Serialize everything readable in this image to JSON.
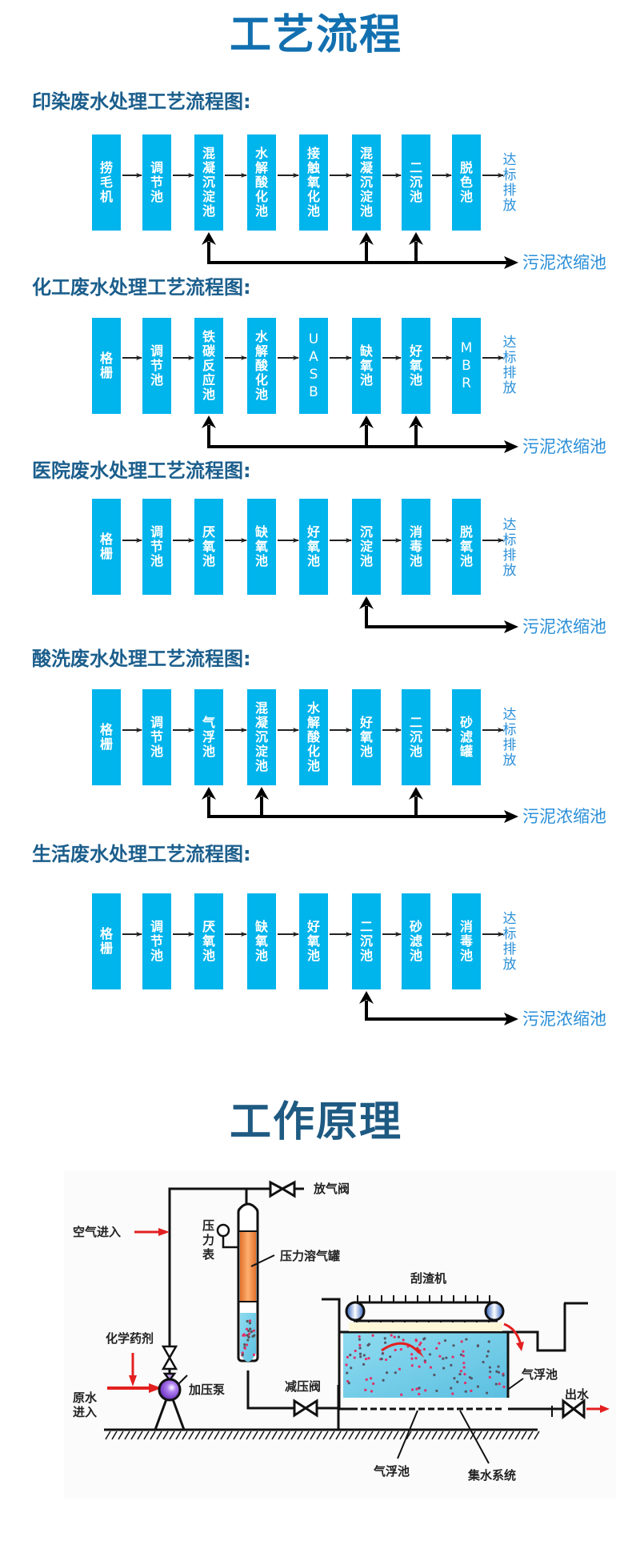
{
  "section1": {
    "title": "工艺流程"
  },
  "flows": [
    {
      "title": "印染废水处理工艺流程图:",
      "steps": [
        "捞毛机",
        "调节池",
        "混凝沉淀池",
        "水解酸化池",
        "接触氧化池",
        "混凝沉淀池",
        "二沉池",
        "脱色池"
      ],
      "output": "达标排放",
      "sludge_from": [
        2,
        5,
        6
      ],
      "sludge_target": "污泥浓缩池"
    },
    {
      "title": "化工废水处理工艺流程图:",
      "steps": [
        "格栅",
        "调节池",
        "铁碳反应池",
        "水解酸化池",
        "UASB",
        "缺氧池",
        "好氧池",
        "MBR"
      ],
      "output": "达标排放",
      "sludge_from": [
        2,
        5,
        6
      ],
      "sludge_target": "污泥浓缩池"
    },
    {
      "title": "医院废水处理工艺流程图:",
      "steps": [
        "格栅",
        "调节池",
        "厌氧池",
        "缺氧池",
        "好氧池",
        "沉淀池",
        "消毒池",
        "脱氧池"
      ],
      "output": "达标排放",
      "sludge_from": [
        5
      ],
      "sludge_target": "污泥浓缩池"
    },
    {
      "title": "酸洗废水处理工艺流程图:",
      "steps": [
        "格栅",
        "调节池",
        "气浮池",
        "混凝沉淀池",
        "水解酸化池",
        "好氧池",
        "二沉池",
        "砂滤罐"
      ],
      "output": "达标排放",
      "sludge_from": [
        2,
        3,
        6
      ],
      "sludge_target": "污泥浓缩池"
    },
    {
      "title": "生活废水处理工艺流程图:",
      "steps": [
        "格栅",
        "调节池",
        "厌氧池",
        "缺氧池",
        "好氧池",
        "二沉池",
        "砂滤池",
        "消毒池"
      ],
      "output": "达标排放",
      "sludge_from": [
        5
      ],
      "sludge_target": "污泥浓缩池"
    }
  ],
  "section2": {
    "title": "工作原理",
    "diagram_labels": {
      "vent_valve": "放气阀",
      "air_in": "空气进入",
      "pressure_gauge": "压力表",
      "dissolved_air_tank": "压力溶气罐",
      "chemical": "化学药剂",
      "raw_water": "原水进入",
      "booster_pump": "加压泵",
      "reducing_valve": "减压阀",
      "skimmer": "刮渣机",
      "flotation_tank_side": "气浮池",
      "outlet": "出水",
      "flotation_tank_bottom": "气浮池",
      "collection_system": "集水系统"
    },
    "colors": {
      "water": "#7fd0e8",
      "tank": "#f08a3c",
      "arrow": "#e32020",
      "pump": "#8a4fd8"
    }
  }
}
